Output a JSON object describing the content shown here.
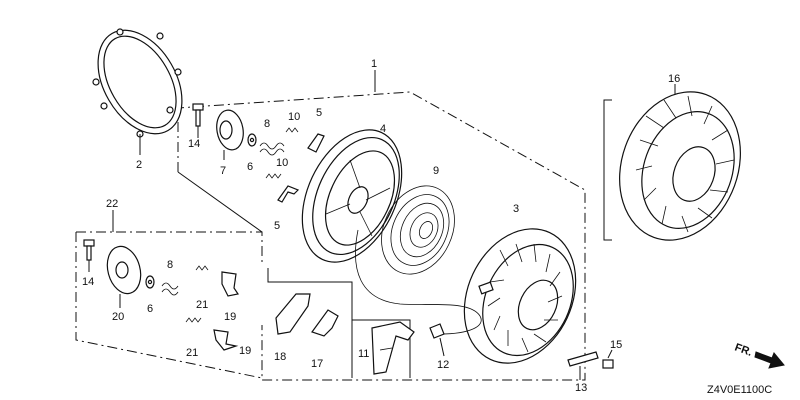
{
  "diagram": {
    "callouts": {
      "p1": "1",
      "p2": "2",
      "p3": "3",
      "p4": "4",
      "p5a": "5",
      "p5b": "5",
      "p6a": "6",
      "p6b": "6",
      "p7": "7",
      "p8a": "8",
      "p8b": "8",
      "p9": "9",
      "p10a": "10",
      "p10b": "10",
      "p11": "11",
      "p12": "12",
      "p13": "13",
      "p14a": "14",
      "p14b": "14",
      "p15": "15",
      "p16": "16",
      "p17": "17",
      "p18": "18",
      "p19a": "19",
      "p19b": "19",
      "p20": "20",
      "p21a": "21",
      "p21b": "21",
      "p22": "22"
    },
    "direction_label": "FR.",
    "drawing_code": "Z4V0E1100C"
  }
}
